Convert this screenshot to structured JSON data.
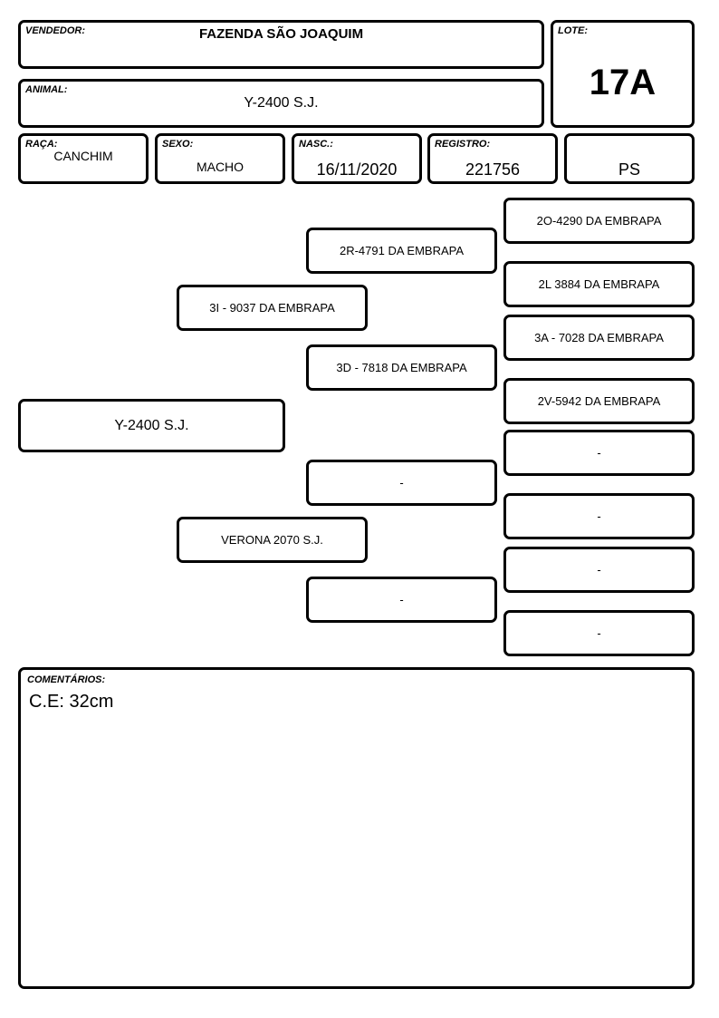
{
  "header": {
    "vendedor_label": "VENDEDOR:",
    "vendedor": "FAZENDA SÃO JOAQUIM",
    "lote_label": "LOTE:",
    "lote": "17A",
    "animal_label": "ANIMAL:",
    "animal": "Y-2400 S.J."
  },
  "info": {
    "raca_label": "RAÇA:",
    "raca": "CANCHIM",
    "sexo_label": "SEXO:",
    "sexo": "MACHO",
    "nasc_label": "NASC.:",
    "nasc": "16/11/2020",
    "registro_label": "REGISTRO:",
    "registro": "221756",
    "categoria": "PS"
  },
  "pedigree": {
    "animal": "Y-2400 S.J.",
    "sire": "3I - 9037 DA EMBRAPA",
    "dam": "VERONA 2070 S.J.",
    "sire_sire": "2R-4791 DA EMBRAPA",
    "sire_dam": "3D - 7818 DA EMBRAPA",
    "dam_sire": "-",
    "dam_dam": "-",
    "sire_sire_sire": "2O-4290 DA EMBRAPA",
    "sire_sire_dam": "2L 3884 DA EMBRAPA",
    "sire_dam_sire": "3A - 7028 DA EMBRAPA",
    "sire_dam_dam": "2V-5942 DA EMBRAPA",
    "dam_sire_sire": "-",
    "dam_sire_dam": "-",
    "dam_dam_sire": "-",
    "dam_dam_dam": "-"
  },
  "comments": {
    "label": "COMENTÁRIOS:",
    "text": "C.E: 32cm"
  }
}
